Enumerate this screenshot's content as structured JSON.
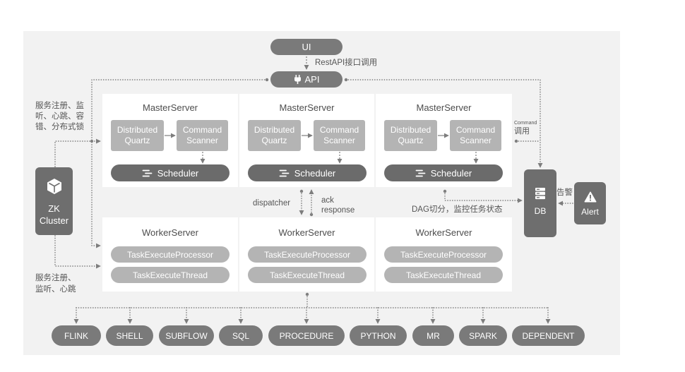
{
  "top": {
    "ui_label": "UI",
    "rest_note": "RestAPI接口调用",
    "api_label": "API",
    "api_icon": "plug-icon"
  },
  "masters": [
    {
      "title": "MasterServer",
      "quartz": "Distributed Quartz",
      "scanner": "Command Scanner",
      "scheduler": "Scheduler"
    },
    {
      "title": "MasterServer",
      "quartz": "Distributed Quartz",
      "scanner": "Command Scanner",
      "scheduler": "Scheduler"
    },
    {
      "title": "MasterServer",
      "quartz": "Distributed Quartz",
      "scanner": "Command Scanner",
      "scheduler": "Scheduler"
    }
  ],
  "scheduler_icon": "list-icon",
  "links": {
    "dispatcher": "dispatcher",
    "ack": "ack response",
    "dag": "DAG切分，监控任务状态",
    "command_small": "Command",
    "command": "调用",
    "alert": "告警"
  },
  "workers": [
    {
      "title": "WorkerServer",
      "processor": "TaskExecuteProcessor",
      "thread": "TaskExecuteThread"
    },
    {
      "title": "WorkerServer",
      "processor": "TaskExecuteProcessor",
      "thread": "TaskExecuteThread"
    },
    {
      "title": "WorkerServer",
      "processor": "TaskExecuteProcessor",
      "thread": "TaskExecuteThread"
    }
  ],
  "zk": {
    "label": "ZK Cluster",
    "icon": "cube-icon",
    "note_top": "服务注册、监\n听、心跳、容\n错、分布式锁",
    "note_bottom": "服务注册、\n监听、心跳"
  },
  "db": {
    "label": "DB",
    "icon": "database-icon"
  },
  "alert": {
    "label": "Alert",
    "icon": "warning-icon"
  },
  "tasks": [
    "FLINK",
    "SHELL",
    "SUBFLOW",
    "SQL",
    "PROCEDURE",
    "PYTHON",
    "MR",
    "SPARK",
    "DEPENDENT"
  ],
  "colors": {
    "panel": "#f2f2f2",
    "light_block": "#b4b4b4",
    "dark_block": "#6e6e6e",
    "pill": "#7a7a7a"
  }
}
